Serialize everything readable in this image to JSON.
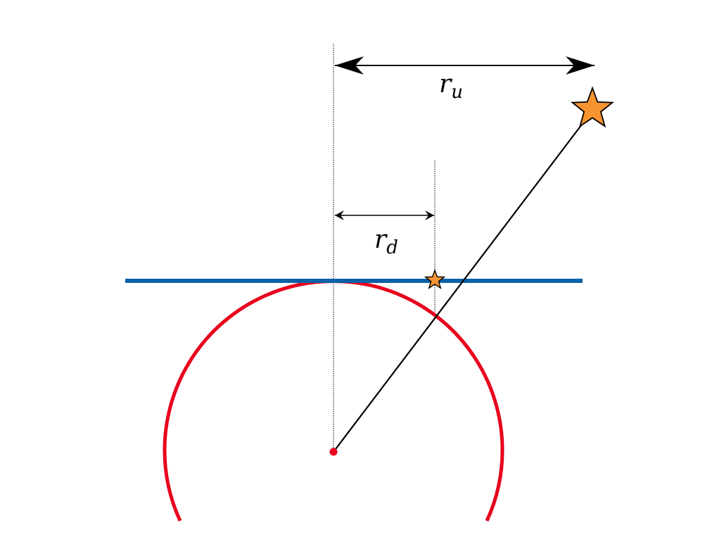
{
  "diagram": {
    "labels": {
      "r_u": {
        "base": "r",
        "subscript": "u"
      },
      "r_d": {
        "base": "r",
        "subscript": "d"
      }
    },
    "colors": {
      "circle": "#e8001c",
      "horizon": "#0a62a8",
      "star_fill": "#f79430",
      "star_stroke": "#000000",
      "lines": "#000000",
      "center_dot": "#e8001c"
    }
  }
}
